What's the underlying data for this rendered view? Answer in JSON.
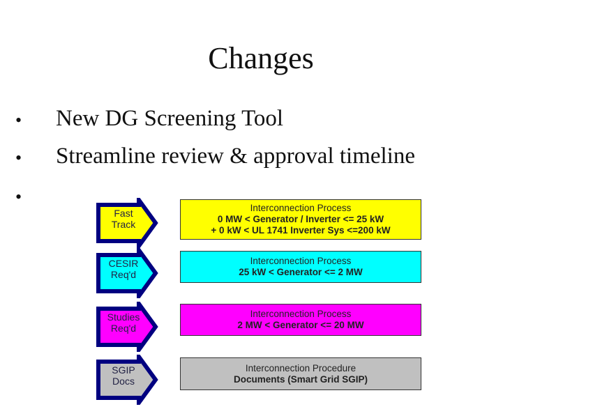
{
  "title": "Changes",
  "bullets": [
    "New DG Screening Tool",
    "Streamline review & approval timeline",
    ""
  ],
  "bullet_symbol": "•",
  "tracks": [
    {
      "label_line1": "Fast",
      "label_line2": "Track",
      "arrow_fill": "#ffff00",
      "box_fill": "#ffff00",
      "heading": "Interconnection Process",
      "detail_lines": [
        "0 MW < Generator / Inverter <= 25 kW",
        "+ 0 kW < UL 1741 Inverter Sys <=200 kW"
      ]
    },
    {
      "label_line1": "CESIR",
      "label_line2": "Req'd",
      "arrow_fill": "#00ffff",
      "box_fill": "#00ffff",
      "heading": "Interconnection Process",
      "detail_lines": [
        "25 kW < Generator <= 2 MW"
      ]
    },
    {
      "label_line1": "Studies",
      "label_line2": "Req'd",
      "arrow_fill": "#ff00ff",
      "box_fill": "#ff00ff",
      "heading": "Interconnection Process",
      "detail_lines": [
        "2 MW < Generator <= 20 MW"
      ]
    },
    {
      "label_line1": "SGIP",
      "label_line2": "Docs",
      "arrow_fill": "#c0c0c0",
      "box_fill": "#c0c0c0",
      "heading": "Interconnection Procedure",
      "detail_lines": [
        "Documents (Smart Grid SGIP)"
      ]
    }
  ],
  "arrow_border_color": "#000080"
}
